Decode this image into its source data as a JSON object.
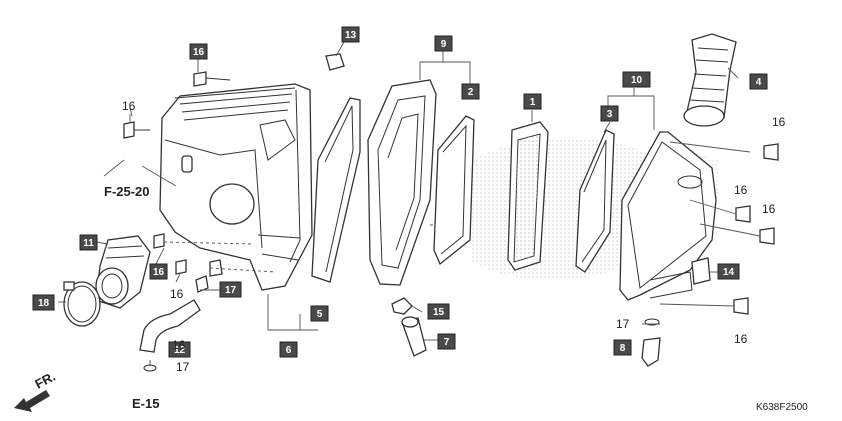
{
  "callouts": [
    {
      "id": "c1",
      "label": "1"
    },
    {
      "id": "c2",
      "label": "2"
    },
    {
      "id": "c3",
      "label": "3"
    },
    {
      "id": "c4",
      "label": "4"
    },
    {
      "id": "c5",
      "label": "5"
    },
    {
      "id": "c6",
      "label": "6"
    },
    {
      "id": "c7",
      "label": "7"
    },
    {
      "id": "c8",
      "label": "8"
    },
    {
      "id": "c9",
      "label": "9"
    },
    {
      "id": "c10",
      "label": "10"
    },
    {
      "id": "c11",
      "label": "11"
    },
    {
      "id": "c12",
      "label": "12"
    },
    {
      "id": "c13",
      "label": "13"
    },
    {
      "id": "c14",
      "label": "14"
    },
    {
      "id": "c15",
      "label": "15"
    },
    {
      "id": "c16a",
      "label": "16"
    },
    {
      "id": "c16b",
      "label": "16"
    },
    {
      "id": "c17",
      "label": "17"
    },
    {
      "id": "c18",
      "label": "18"
    }
  ],
  "plain_labels": {
    "p16_left": "16",
    "p16_lower": "16",
    "p16_r1": "16",
    "p16_r2": "16",
    "p16_r3": "16",
    "p16_r4": "16",
    "p17_left": "17",
    "p17_right": "17",
    "p16_hose": "16"
  },
  "refs": {
    "f25": "F-25-20",
    "e15": "E-15",
    "fr": "FR."
  },
  "diagram_code": "K638F2500",
  "colors": {
    "callout_fill": "#4a4a4a",
    "line": "#333333",
    "watermark": "#c8c8c8"
  }
}
